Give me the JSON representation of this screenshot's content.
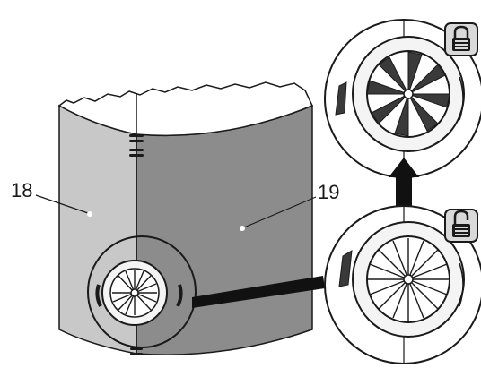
{
  "callouts": {
    "left_panel": "18",
    "right_panel": "19"
  },
  "detail_views": [
    {
      "state": "locked",
      "icon": "padlock-closed-icon"
    },
    {
      "state": "unlocked",
      "icon": "padlock-open-icon"
    }
  ],
  "colors": {
    "left_panel": "#c8c8c8",
    "right_panel": "#8c8c8c",
    "outline": "#1a1a1a",
    "arrow": "#111111",
    "badge_fill": "#d9d9d9"
  }
}
